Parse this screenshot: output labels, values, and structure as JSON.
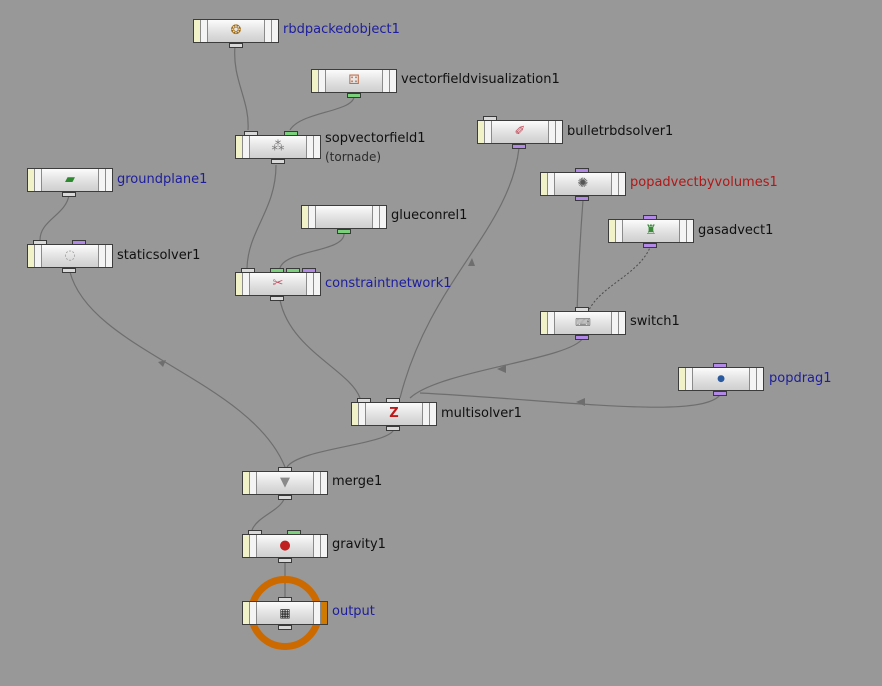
{
  "colors": {
    "background": "#989898",
    "wire": "#6e6e6e",
    "label_default": "#101010",
    "label_blue": "#1d1d9e",
    "label_red": "#b01818",
    "display_ring": "#cc6a00"
  },
  "nodes": {
    "rbdpackedobject": {
      "label": "rbdpackedobject1",
      "icon": "rbd-packed-object-icon"
    },
    "vectorfieldvisualization": {
      "label": "vectorfieldvisualization1",
      "icon": "vector-field-visualization-icon"
    },
    "sopvectorfield": {
      "label": "sopvectorfield1",
      "comment": "(tornade)",
      "icon": "sop-vector-field-icon"
    },
    "bulletrbdsolver": {
      "label": "bulletrbdsolver1",
      "icon": "bullet-rbd-solver-icon"
    },
    "groundplane": {
      "label": "groundplane1",
      "icon": "ground-plane-icon"
    },
    "popadvectbyvolumes": {
      "label": "popadvectbyvolumes1",
      "icon": "pop-advect-by-volumes-icon"
    },
    "glueconrel": {
      "label": "glueconrel1",
      "icon": "glue-constraint-relationship-icon"
    },
    "gasadvect": {
      "label": "gasadvect1",
      "icon": "gas-advect-icon"
    },
    "staticsolver": {
      "label": "staticsolver1",
      "icon": "static-solver-icon"
    },
    "constraintnetwork": {
      "label": "constraintnetwork1",
      "icon": "constraint-network-icon"
    },
    "switch": {
      "label": "switch1",
      "icon": "switch-icon"
    },
    "popdrag": {
      "label": "popdrag1",
      "icon": "pop-drag-icon"
    },
    "multisolver": {
      "label": "multisolver1",
      "icon": "multi-solver-icon"
    },
    "merge": {
      "label": "merge1",
      "icon": "merge-icon"
    },
    "gravity": {
      "label": "gravity1",
      "icon": "gravity-icon"
    },
    "output": {
      "label": "output",
      "icon": "output-icon"
    }
  }
}
